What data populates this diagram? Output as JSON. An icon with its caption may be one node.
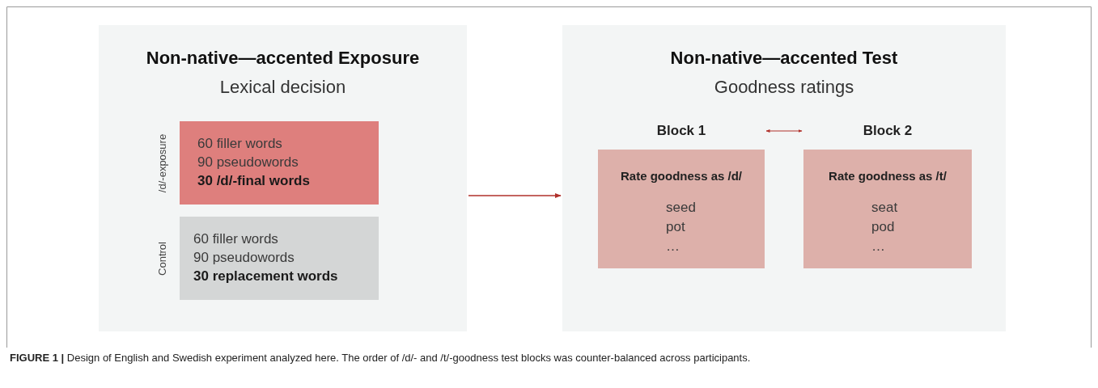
{
  "diagram": {
    "caption": "**FIGURE 1 |** Design of English and Swedish experiment analyzed here. The order of /d/- and /t/-goodness test blocks was counter-balanced across participants.",
    "nodes": [
      {
        "text": [
          "Non-native—accented Exposure",
          "Lexical decision"
        ]
      },
      {
        "text": [
          "60 filler words",
          "90 pseudowords",
          "30 /d/-final words"
        ],
        "in": 0,
        "beside": [
          "/d/-exposure"
        ]
      },
      {
        "text": [
          "60 filler words",
          "90 pseudowords",
          "30 replacement words"
        ],
        "in": 0,
        "beside": [
          "Control"
        ]
      },
      {
        "text": [
          "Non-native—accented Test",
          "Goodness ratings"
        ]
      },
      {
        "text": [
          "Block 1",
          "Rate goodness as /d/",
          "seed",
          "pot",
          "…"
        ],
        "in": 3
      },
      {
        "text": [
          "Block 2",
          "Rate goodness as /t/",
          "seat",
          "pod",
          "…"
        ],
        "in": 3
      }
    ],
    "edges": [
      {
        "from": 0,
        "to": 3,
        "arrow": "to"
      },
      {
        "from": 4,
        "to": 5,
        "arrow": "both"
      }
    ]
  }
}
